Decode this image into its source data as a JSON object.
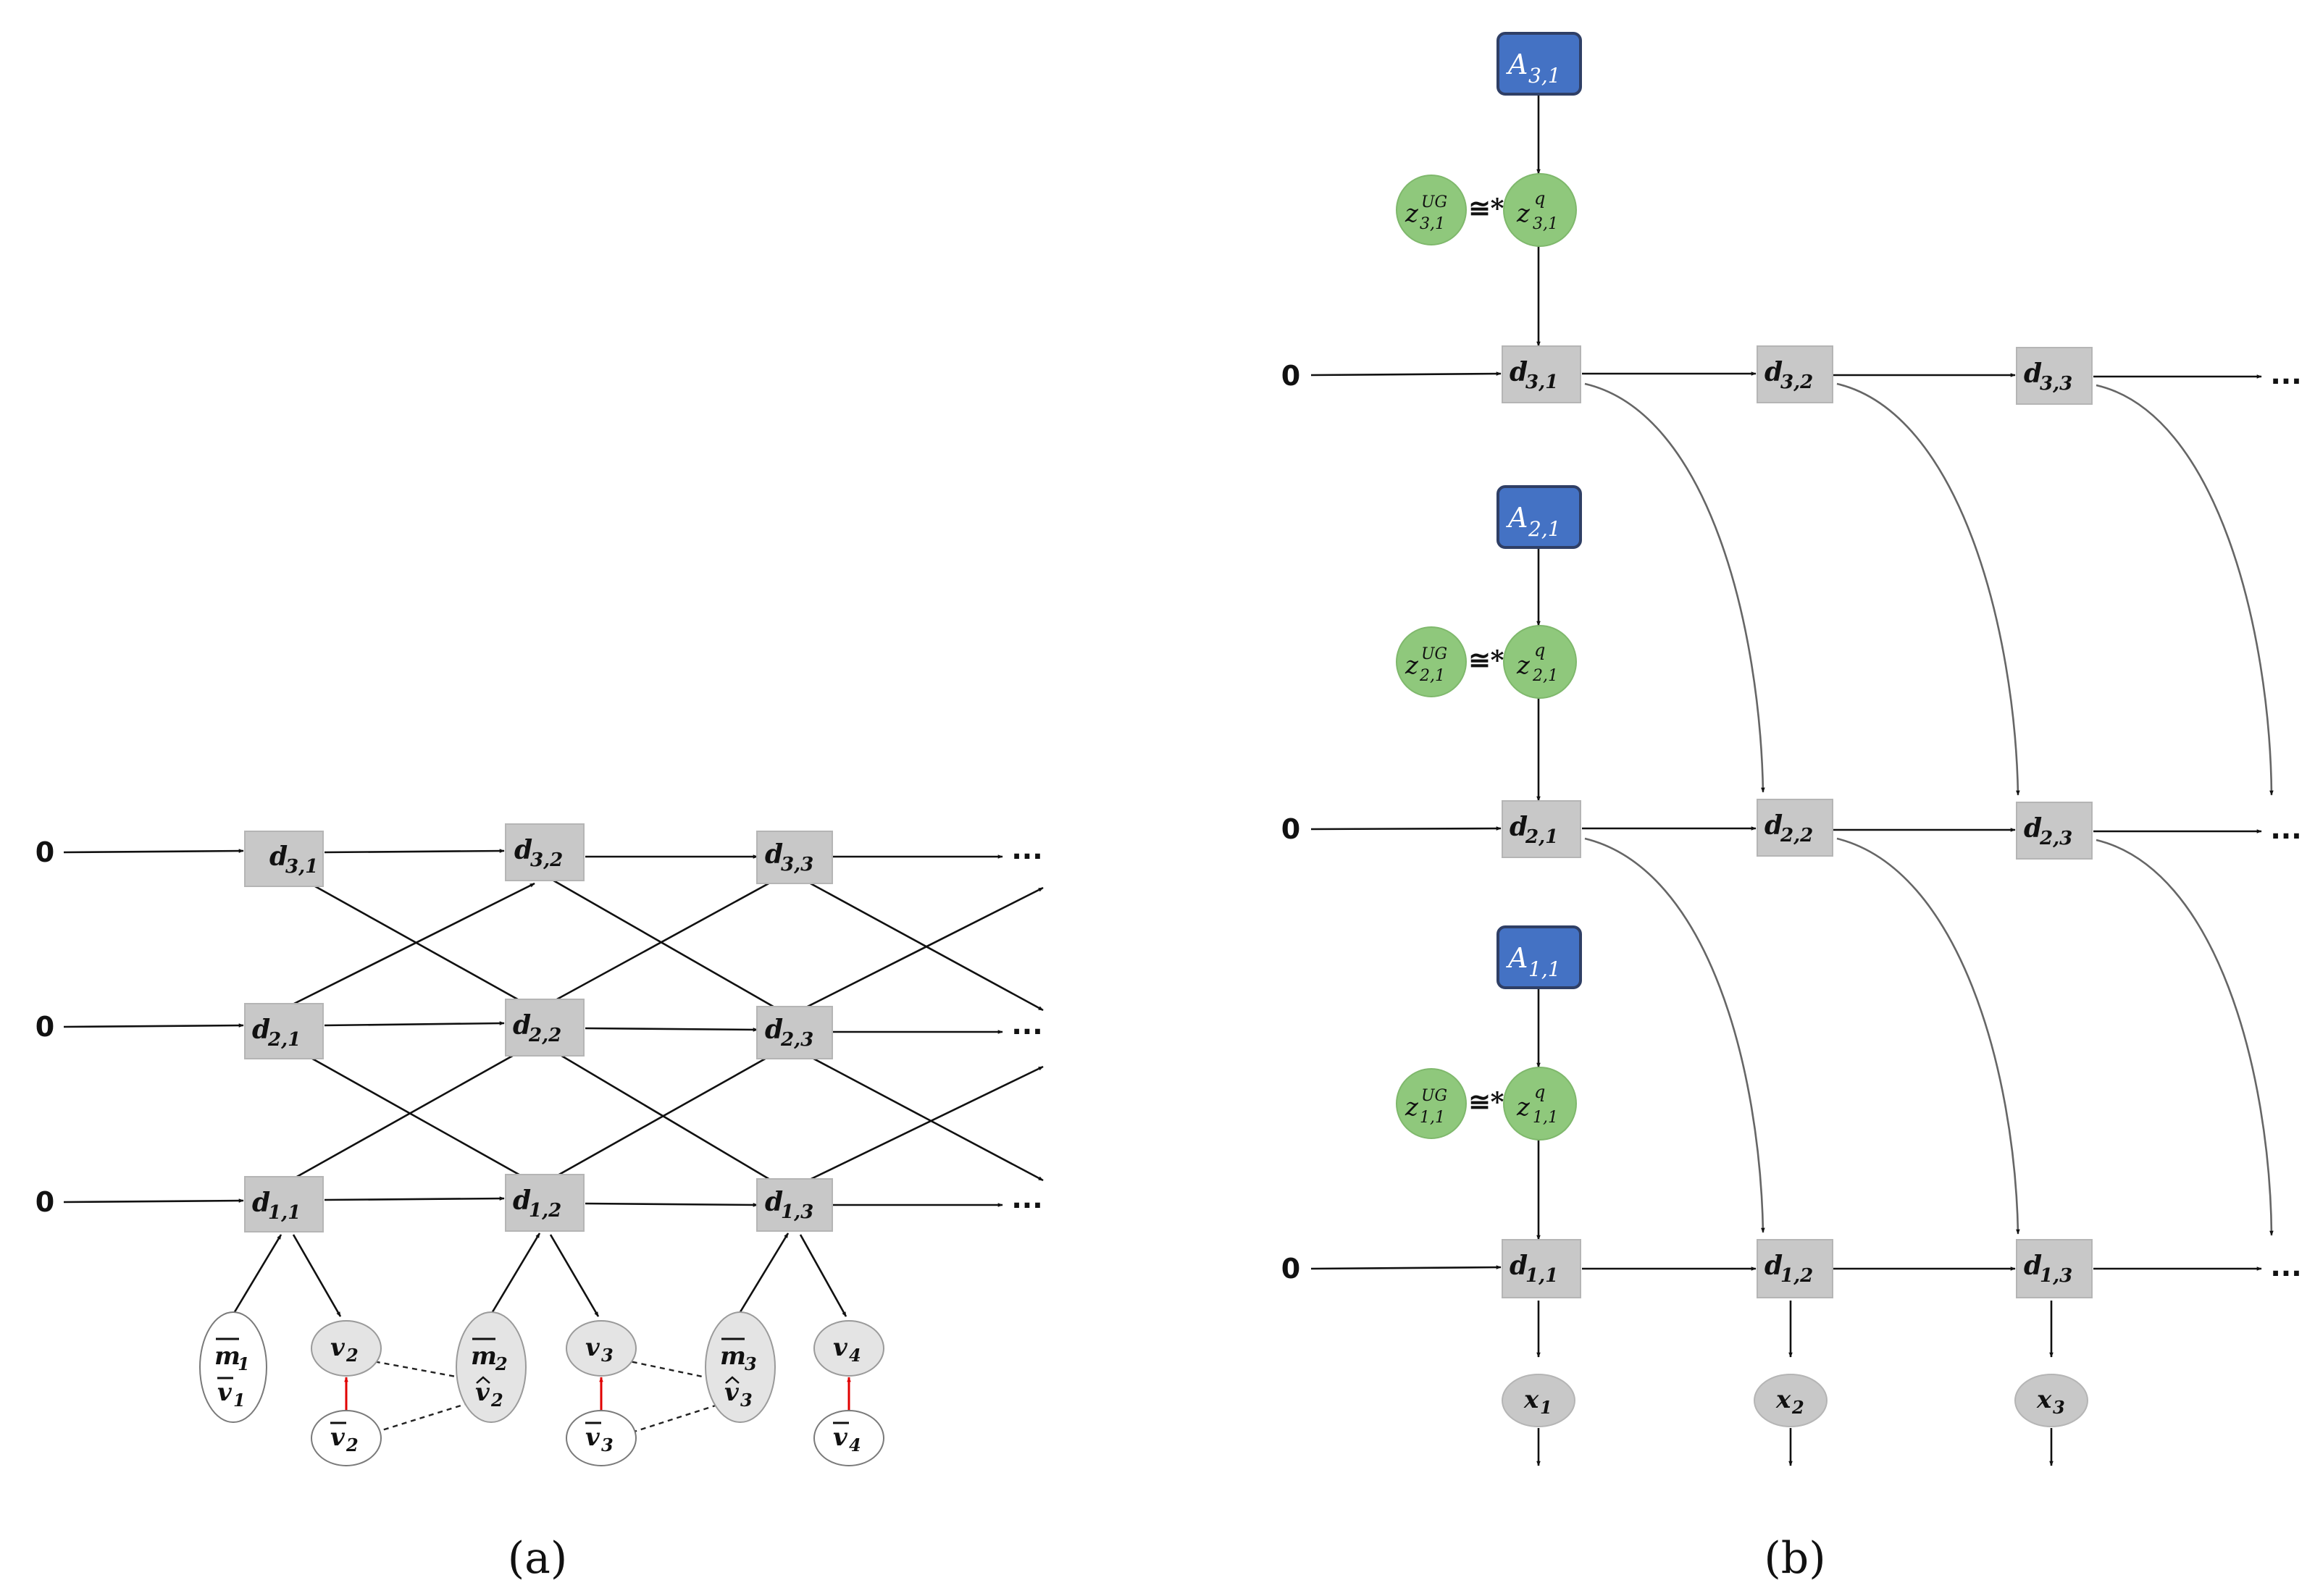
{
  "panel_a": {
    "caption": "(a)",
    "row_inputs": [
      "0",
      "0",
      "0"
    ],
    "ellipsis": [
      "...",
      "...",
      "..."
    ],
    "d_nodes": [
      {
        "id": "d31",
        "base": "d",
        "sub": "3,1"
      },
      {
        "id": "d32",
        "base": "d",
        "sub": "3,2"
      },
      {
        "id": "d33",
        "base": "d",
        "sub": "3,3"
      },
      {
        "id": "d21",
        "base": "d",
        "sub": "2,1"
      },
      {
        "id": "d22",
        "base": "d",
        "sub": "2,2"
      },
      {
        "id": "d23",
        "base": "d",
        "sub": "2,3"
      },
      {
        "id": "d11",
        "base": "d",
        "sub": "1,1"
      },
      {
        "id": "d12",
        "base": "d",
        "sub": "1,2"
      },
      {
        "id": "d13",
        "base": "d",
        "sub": "1,3"
      }
    ],
    "observations": [
      {
        "id": "mv1",
        "lines": [
          {
            "base": "m",
            "sub": "1",
            "mark": "bar"
          },
          {
            "base": "v",
            "sub": "1",
            "mark": "bar"
          }
        ],
        "style": "white"
      },
      {
        "id": "v2",
        "lines": [
          {
            "base": "v",
            "sub": "2",
            "mark": ""
          }
        ],
        "style": "gray"
      },
      {
        "id": "vbar2",
        "lines": [
          {
            "base": "v",
            "sub": "2",
            "mark": "bar"
          }
        ],
        "style": "white"
      },
      {
        "id": "mv2",
        "lines": [
          {
            "base": "m",
            "sub": "2",
            "mark": "bar"
          },
          {
            "base": "v",
            "sub": "2",
            "mark": "hat"
          }
        ],
        "style": "gray"
      },
      {
        "id": "v3",
        "lines": [
          {
            "base": "v",
            "sub": "3",
            "mark": ""
          }
        ],
        "style": "gray"
      },
      {
        "id": "vbar3",
        "lines": [
          {
            "base": "v",
            "sub": "3",
            "mark": "bar"
          }
        ],
        "style": "white"
      },
      {
        "id": "mv3",
        "lines": [
          {
            "base": "m",
            "sub": "3",
            "mark": "bar"
          },
          {
            "base": "v",
            "sub": "3",
            "mark": "hat"
          }
        ],
        "style": "gray"
      },
      {
        "id": "v4",
        "lines": [
          {
            "base": "v",
            "sub": "4",
            "mark": ""
          }
        ],
        "style": "gray"
      },
      {
        "id": "vbar4",
        "lines": [
          {
            "base": "v",
            "sub": "4",
            "mark": "bar"
          }
        ],
        "style": "white"
      }
    ]
  },
  "panel_b": {
    "caption": "(b)",
    "row_inputs": [
      "0",
      "0",
      "0"
    ],
    "ellipsis": [
      "...",
      "...",
      "..."
    ],
    "d_nodes": [
      {
        "id": "d31",
        "base": "d",
        "sub": "3,1"
      },
      {
        "id": "d32",
        "base": "d",
        "sub": "3,2"
      },
      {
        "id": "d33",
        "base": "d",
        "sub": "3,3"
      },
      {
        "id": "d21",
        "base": "d",
        "sub": "2,1"
      },
      {
        "id": "d22",
        "base": "d",
        "sub": "2,2"
      },
      {
        "id": "d23",
        "base": "d",
        "sub": "2,3"
      },
      {
        "id": "d11",
        "base": "d",
        "sub": "1,1"
      },
      {
        "id": "d12",
        "base": "d",
        "sub": "1,2"
      },
      {
        "id": "d13",
        "base": "d",
        "sub": "1,3"
      }
    ],
    "a_nodes": [
      {
        "id": "A31",
        "base": "A",
        "sub": "3,1"
      },
      {
        "id": "A21",
        "base": "A",
        "sub": "2,1"
      },
      {
        "id": "A11",
        "base": "A",
        "sub": "1,1"
      }
    ],
    "z_pairs": [
      {
        "ug": {
          "base": "z",
          "sup": "UG",
          "sub": "3,1"
        },
        "q": {
          "base": "z",
          "sup": "q",
          "sub": "3,1"
        },
        "relation": "≅*"
      },
      {
        "ug": {
          "base": "z",
          "sup": "UG",
          "sub": "2,1"
        },
        "q": {
          "base": "z",
          "sup": "q",
          "sub": "2,1"
        },
        "relation": "≅*"
      },
      {
        "ug": {
          "base": "z",
          "sup": "UG",
          "sub": "1,1"
        },
        "q": {
          "base": "z",
          "sup": "q",
          "sub": "1,1"
        },
        "relation": "≅*"
      }
    ],
    "x_nodes": [
      {
        "id": "x1",
        "base": "x",
        "sub": "1"
      },
      {
        "id": "x2",
        "base": "x",
        "sub": "2"
      },
      {
        "id": "x3",
        "base": "x",
        "sub": "3"
      }
    ]
  },
  "colors": {
    "d_node": "#c8c8c8",
    "a_node": "#4472c4",
    "z_node": "#8fc87c",
    "observed_arrow": "#e00000"
  }
}
